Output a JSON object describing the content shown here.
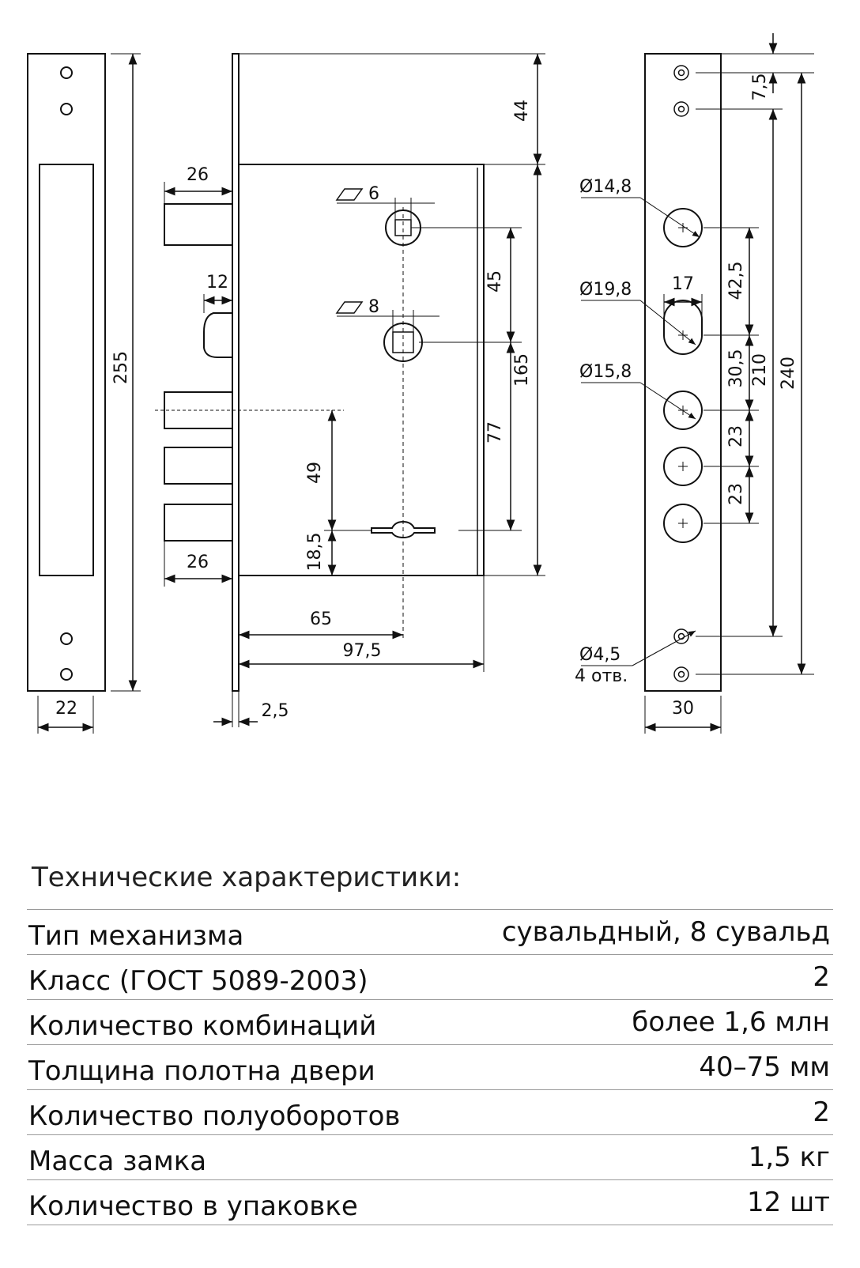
{
  "drawing": {
    "left_view": {
      "height": "255",
      "width": "22"
    },
    "side_view": {
      "top_offset": "44",
      "bolt_length_top": "26",
      "latch_length": "12",
      "bolt_length_bottom": "26",
      "bolt_spacing": "49",
      "key_offset": "18,5",
      "square_small": "6",
      "square_large": "8",
      "spindle_spacing": "45",
      "body_height": "165",
      "spindle_to_key": "77",
      "backset": "65",
      "body_depth": "97,5",
      "faceplate_thickness": "2,5"
    },
    "front_view": {
      "top_hole_offset": "7,5",
      "hole_d1": "Ø14,8",
      "hole_d2": "Ø19,8",
      "latch_width": "17",
      "hole_d3": "Ø15,8",
      "dim_42_5": "42,5",
      "dim_30_5": "30,5",
      "bolt_pitch_1": "23",
      "bolt_pitch_2": "23",
      "dim_210": "210",
      "dim_240": "240",
      "mount_hole": "Ø4,5",
      "mount_hole_count": "4 отв.",
      "width": "30"
    }
  },
  "specs": {
    "title": "Технические характеристики:",
    "rows": [
      {
        "name": "Тип механизма",
        "value": "сувальдный, 8 сувальд"
      },
      {
        "name": "Класс (ГОСТ 5089-2003)",
        "value": "2"
      },
      {
        "name": "Количество комбинаций",
        "value": "более 1,6 млн"
      },
      {
        "name": "Толщина полотна двери",
        "value": "40–75 мм"
      },
      {
        "name": "Количество полуоборотов",
        "value": "2"
      },
      {
        "name": "Масса замка",
        "value": "1,5 кг"
      },
      {
        "name": "Количество в упаковке",
        "value": "12 шт"
      }
    ]
  }
}
